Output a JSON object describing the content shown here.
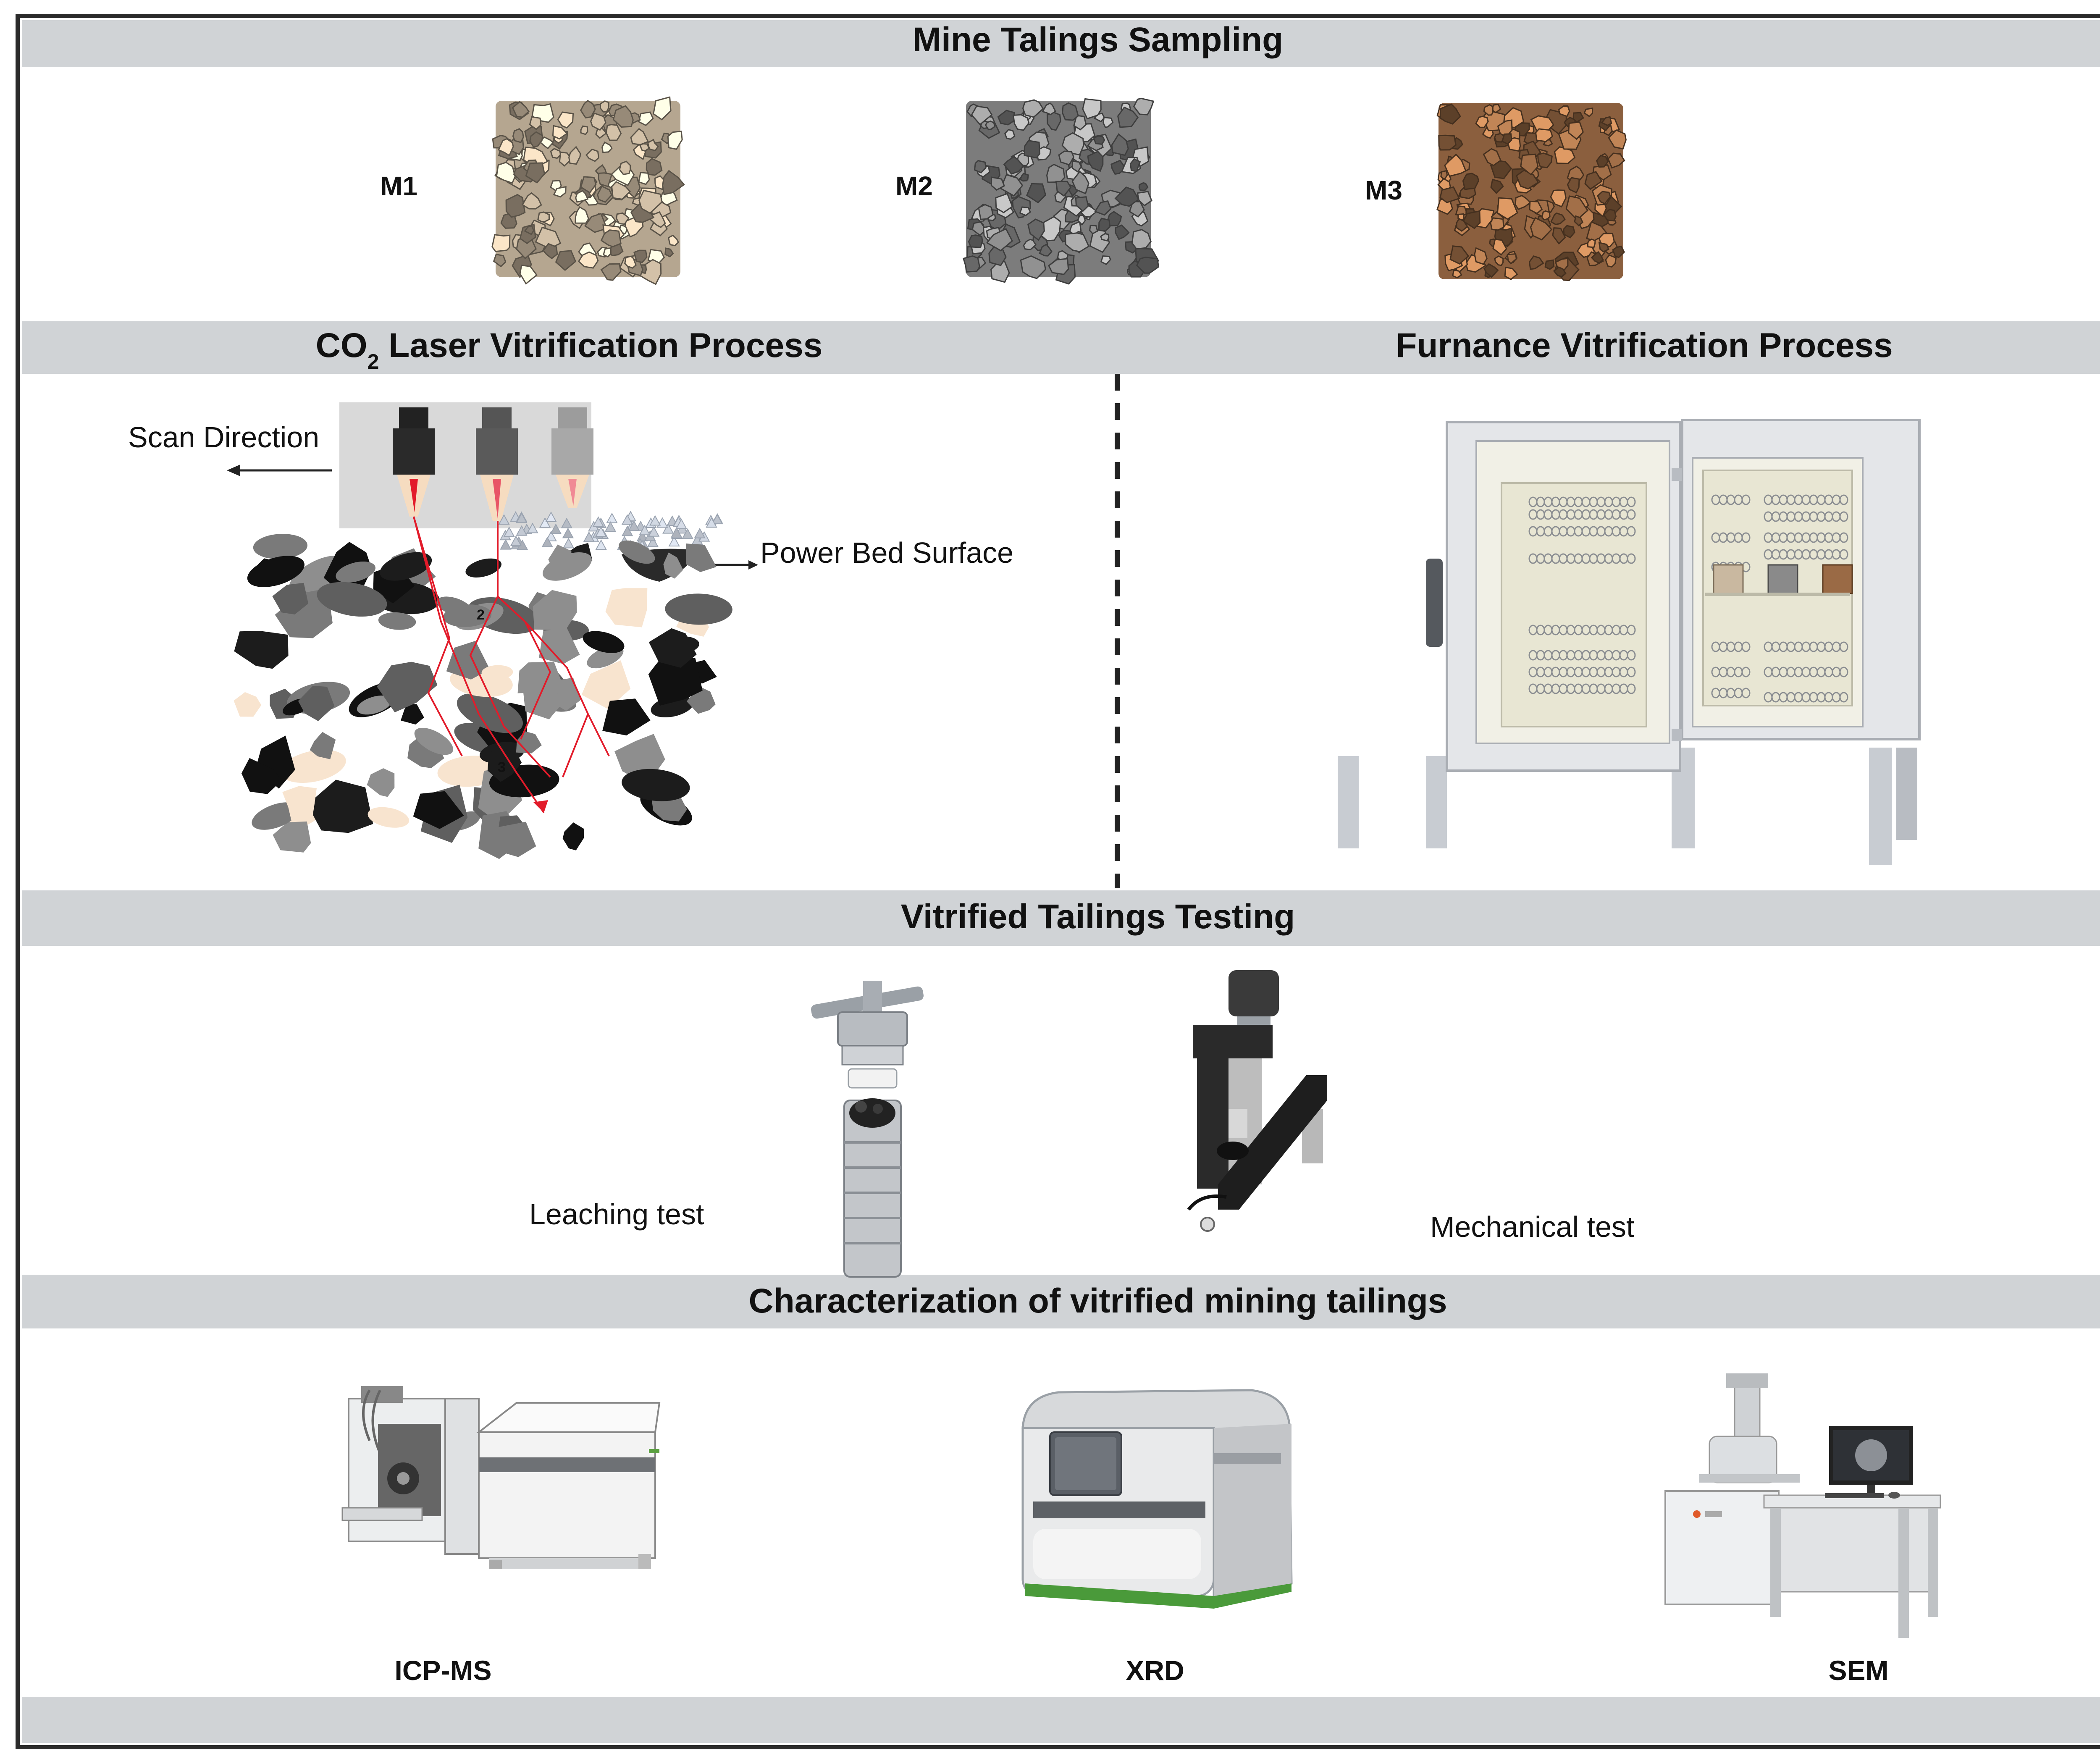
{
  "sections": {
    "sampling": {
      "title": "Mine Talings Sampling"
    },
    "laser": {
      "title_main": "CO",
      "title_sub": "2",
      "title_rest": " Laser Vitrification Process"
    },
    "furnace": {
      "title": "Furnance  Vitrification Process"
    },
    "testing": {
      "title": "Vitrified Tailings Testing"
    },
    "characterization": {
      "title": "Characterization of vitrified mining tailings"
    }
  },
  "samples": [
    {
      "label": "M1",
      "color": "#c9b8a0",
      "icon": "tailings-sample-icon"
    },
    {
      "label": "M2",
      "color": "#8a8a8a",
      "icon": "tailings-sample-icon"
    },
    {
      "label": "M3",
      "color": "#9a6a45",
      "icon": "tailings-sample-icon"
    }
  ],
  "laser_diagram": {
    "scan_direction": "Scan Direction",
    "power_bed_surface": "Power Bed Surface",
    "particle_numbers": [
      "2",
      "3"
    ]
  },
  "tests": {
    "leaching": "Leaching test",
    "mechanical": "Mechanical test"
  },
  "instruments": {
    "icp": "ICP-MS",
    "xrd": "XRD",
    "sem": "SEM"
  },
  "colors": {
    "band": "#d0d3d6",
    "frame": "#2b2b2b",
    "laser": "#e21b2a",
    "xrd_accent": "#4a9a3a"
  }
}
